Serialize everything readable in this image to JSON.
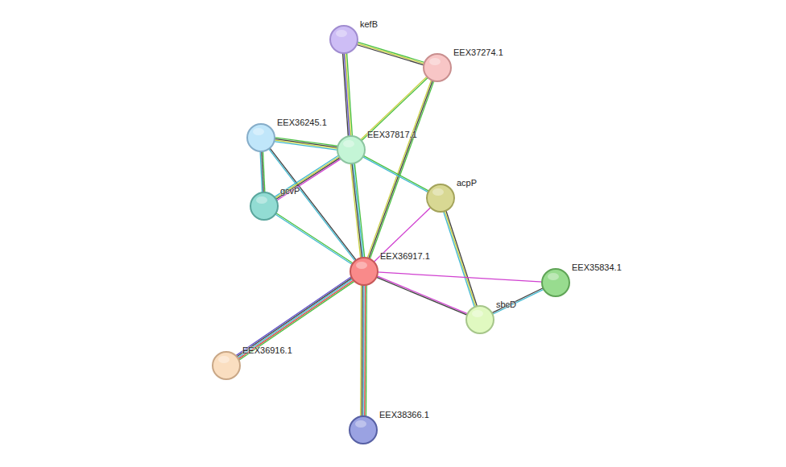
{
  "diagram": {
    "nodes": [
      {
        "text": [
          "kefB"
        ]
      },
      {
        "text": [
          "EEX37274.1"
        ]
      },
      {
        "text": [
          "EEX36245.1"
        ]
      },
      {
        "text": [
          "EEX37817.1"
        ]
      },
      {
        "text": [
          "acpP"
        ]
      },
      {
        "text": [
          "gcvP"
        ]
      },
      {
        "text": [
          "EEX36917.1"
        ]
      },
      {
        "text": [
          "EEX35834.1"
        ]
      },
      {
        "text": [
          "sbcD"
        ]
      },
      {
        "text": [
          "EEX36916.1"
        ]
      },
      {
        "text": [
          "EEX38366.1"
        ]
      }
    ],
    "edges": [
      {
        "from": 0,
        "to": 1,
        "arrow": "none"
      },
      {
        "from": 0,
        "to": 3,
        "arrow": "none"
      },
      {
        "from": 1,
        "to": 3,
        "arrow": "none"
      },
      {
        "from": 1,
        "to": 6,
        "arrow": "none"
      },
      {
        "from": 2,
        "to": 3,
        "arrow": "none"
      },
      {
        "from": 2,
        "to": 5,
        "arrow": "none"
      },
      {
        "from": 2,
        "to": 6,
        "arrow": "none"
      },
      {
        "from": 3,
        "to": 5,
        "arrow": "none"
      },
      {
        "from": 3,
        "to": 4,
        "arrow": "none"
      },
      {
        "from": 3,
        "to": 6,
        "arrow": "none"
      },
      {
        "from": 5,
        "to": 6,
        "arrow": "none"
      },
      {
        "from": 4,
        "to": 6,
        "arrow": "none"
      },
      {
        "from": 4,
        "to": 8,
        "arrow": "none"
      },
      {
        "from": 6,
        "to": 7,
        "arrow": "none"
      },
      {
        "from": 6,
        "to": 8,
        "arrow": "none"
      },
      {
        "from": 8,
        "to": 7,
        "arrow": "none"
      },
      {
        "from": 6,
        "to": 9,
        "arrow": "none"
      },
      {
        "from": 6,
        "to": 10,
        "arrow": "none"
      }
    ]
  }
}
